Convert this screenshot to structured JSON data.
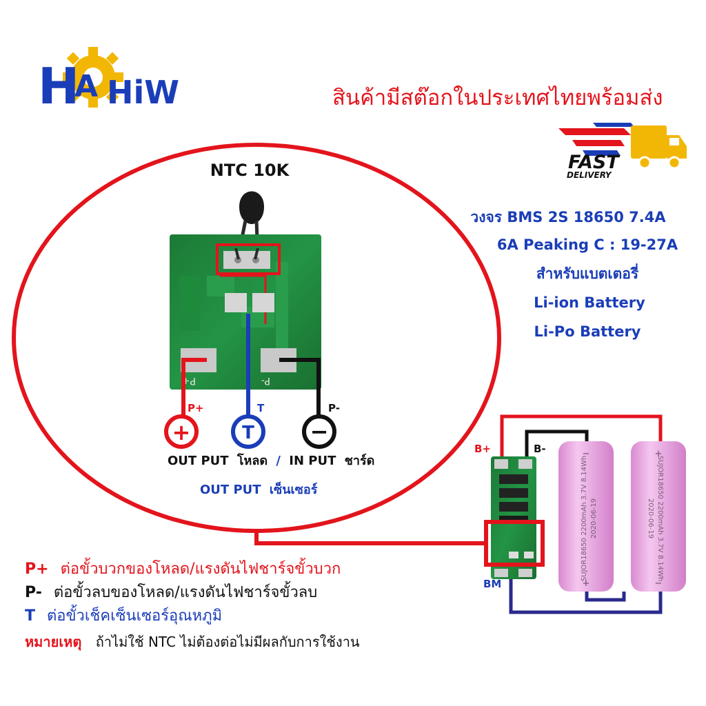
{
  "brand": {
    "letter_h": "H",
    "letter_a": "A",
    "letters_hiw": "HiW"
  },
  "headline": "สินค้ามีสต๊อกในประเทศไทยพร้อมส่ง",
  "fast_badge": {
    "line1": "FAST",
    "line2": "DELIVERY"
  },
  "specs": [
    "วงจร BMS 2S 18650 7.4A",
    "6A Peaking C : 19-27A",
    "สำหรับแบตเตอรี่",
    "Li-ion  Battery",
    "Li-Po Battery"
  ],
  "board": {
    "ntc_label": "NTC 10K",
    "pad_p_plus": "P+",
    "pad_p_minus": "P-"
  },
  "terminals": {
    "p_plus_label": "P+",
    "t_label": "T",
    "p_minus_label": "P-",
    "plus_symbol": "+",
    "t_symbol": "T",
    "minus_symbol": "−"
  },
  "output_line": {
    "part1": "OUT PUT",
    "part2": "โหลด",
    "slash": "/",
    "part3": "IN PUT",
    "part4": "ชาร์ด"
  },
  "sensor_line": {
    "part1": "OUT PUT",
    "part2": "เซ็นเซอร์"
  },
  "wiring": {
    "b_plus": "B+",
    "b_minus": "B-",
    "bm": "BM",
    "cell_text_1": "SUJOR18650 2200mAh 3.7V 8.14Wh",
    "cell_text_2": "2020-06-19",
    "cell_plus": "+",
    "cell_minus": "−"
  },
  "notes": [
    {
      "key": "P+",
      "text": "ต่อขั้วบวกของโหลด/แรงดันไฟชาร์จขั้วบวก"
    },
    {
      "key": "P-",
      "text": "ต่อขั้วลบของโหลด/แรงดันไฟชาร์จขั้วลบ"
    },
    {
      "key": "T",
      "text": "ต่อขั้วเช็คเซ็นเซอร์อุณหภูมิ"
    },
    {
      "key": "หมายเหตุ",
      "text": "ถ้าไม่ใช้ NTC ไม่ต้องต่อไม่มีผลกับการใช้งาน"
    }
  ],
  "colors": {
    "red": "#e3141c",
    "blue": "#1a3db8",
    "blue_wire": "#2a2a8c",
    "pcb": "#1f8a3c",
    "cell": "#e8a6e0",
    "gold": "#f2b705",
    "black": "#111111"
  }
}
